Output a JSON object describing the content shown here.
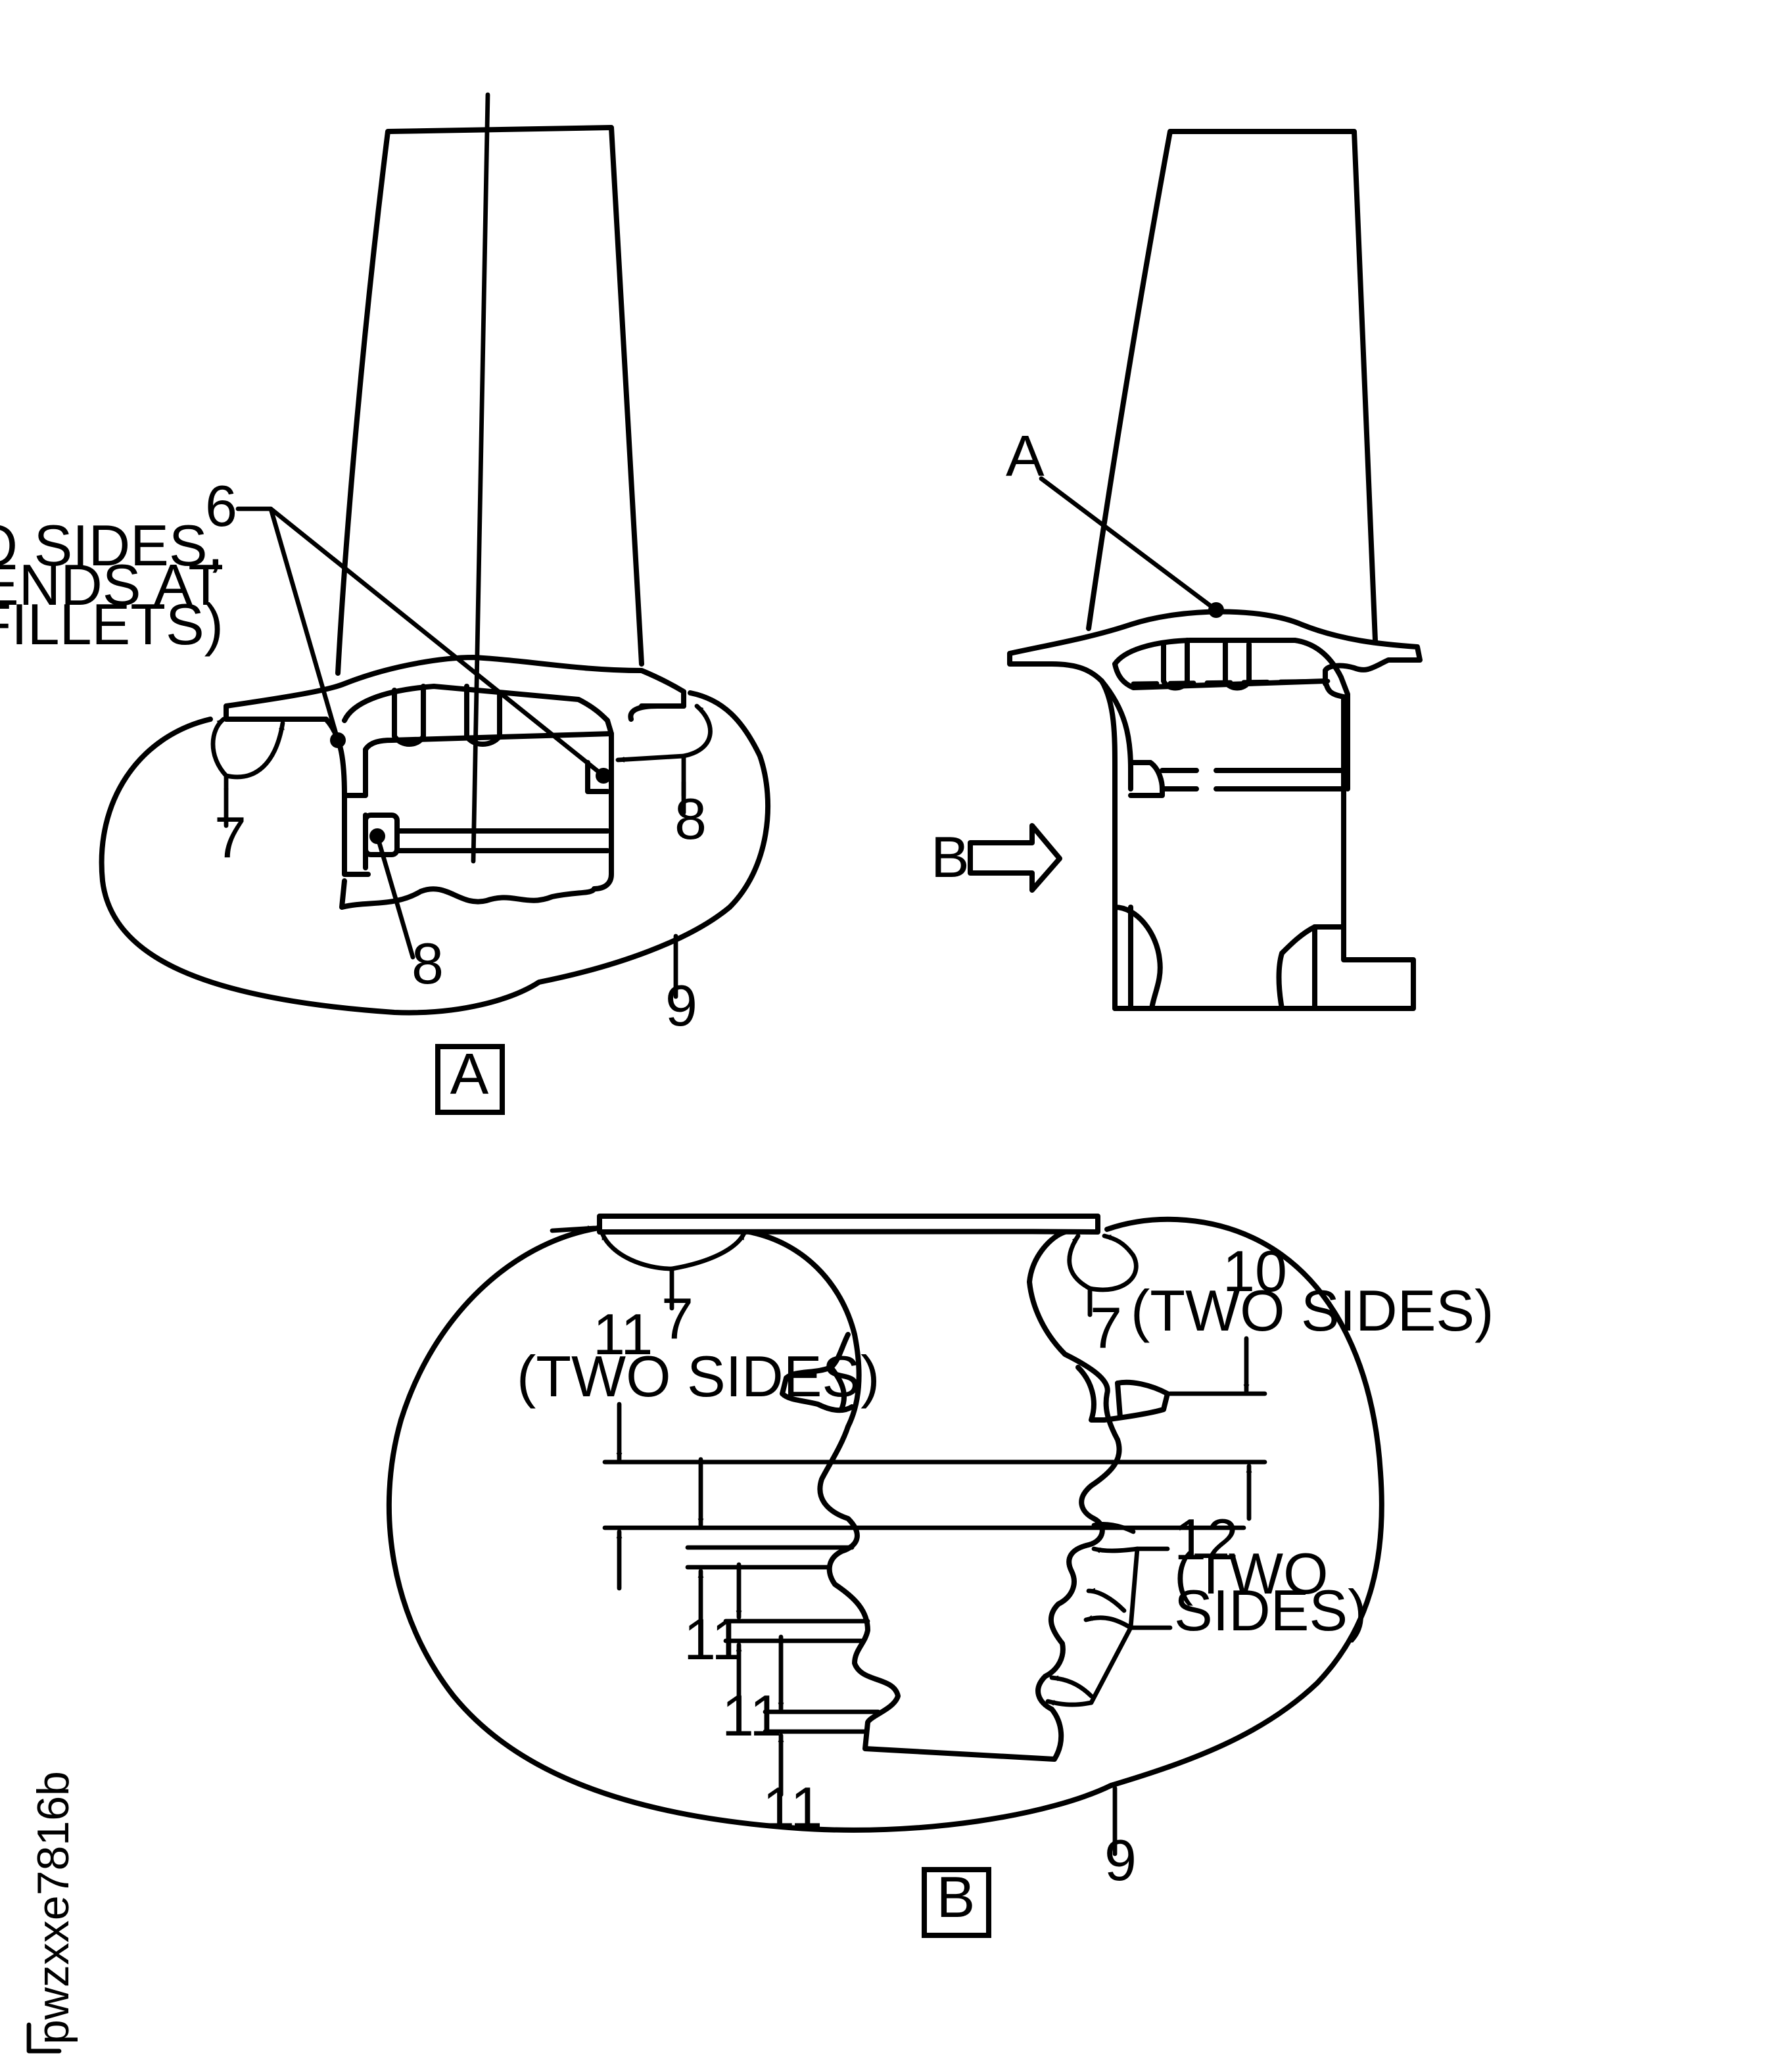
{
  "labels": {
    "six": "6",
    "two_sides_line1": "(TWO SIDES,",
    "two_sides_line2": "ENDS AT",
    "two_sides_line3": "FILLETS)",
    "seven": "7",
    "eight": "8",
    "nine": "9",
    "ten": "10",
    "eleven": "11",
    "twelve": "12",
    "two_sides": "(TWO SIDES)",
    "two": "(TWO",
    "sides": "SIDES)",
    "view_a": "A",
    "view_b": "B",
    "a": "A",
    "b": "B"
  },
  "figure_id": "pwzxxe7816b"
}
